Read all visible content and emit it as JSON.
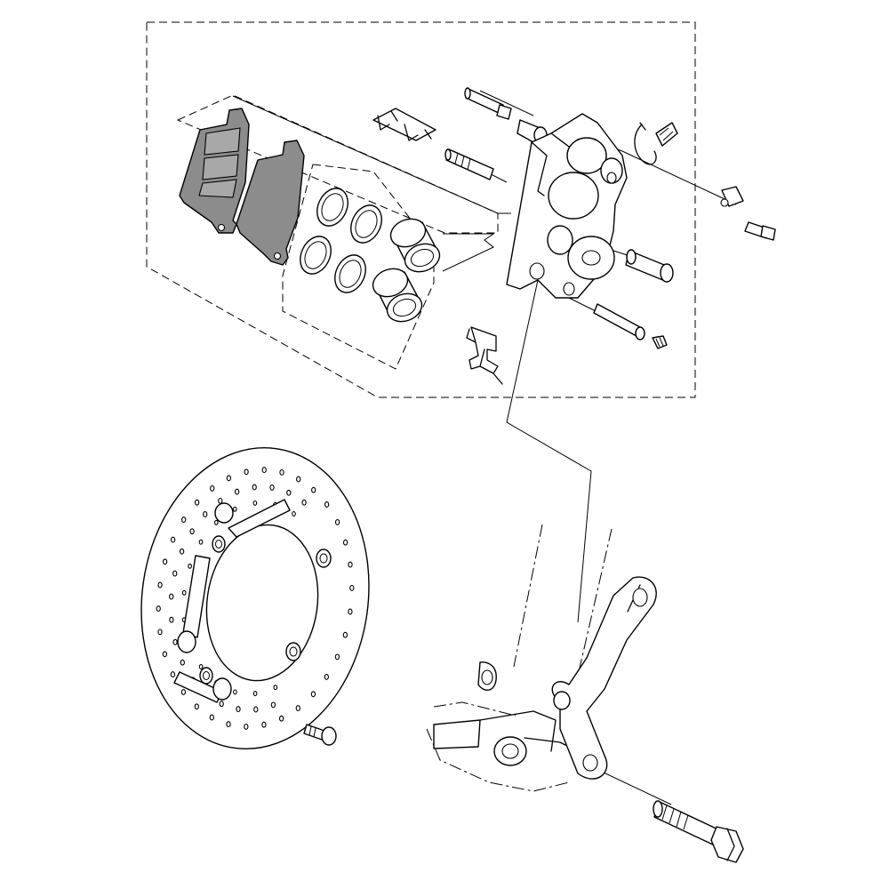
{
  "colors": {
    "line": "#000000",
    "background": "#ffffff",
    "pad_material": "#8c8c8c",
    "pad_highlight": "#a8a8a8"
  },
  "parts": [
    {
      "id": "brake-pad-set",
      "name": "brake-pad-set"
    },
    {
      "id": "pad-spring",
      "name": "pad-spring"
    },
    {
      "id": "piston-seal-kit",
      "name": "piston-seal-kit"
    },
    {
      "id": "caliper-body",
      "name": "caliper-body"
    },
    {
      "id": "slide-pins",
      "name": "slide-pins"
    },
    {
      "id": "bleed-screw",
      "name": "bleed-screw"
    },
    {
      "id": "pad-retainer",
      "name": "pad-retainer"
    },
    {
      "id": "brake-disc",
      "name": "brake-disc"
    },
    {
      "id": "disc-bolt",
      "name": "disc-bolt"
    },
    {
      "id": "fork-leg",
      "name": "fork-leg"
    },
    {
      "id": "caliper-bracket",
      "name": "caliper-bracket"
    },
    {
      "id": "axle-bolt",
      "name": "axle-bolt"
    }
  ]
}
